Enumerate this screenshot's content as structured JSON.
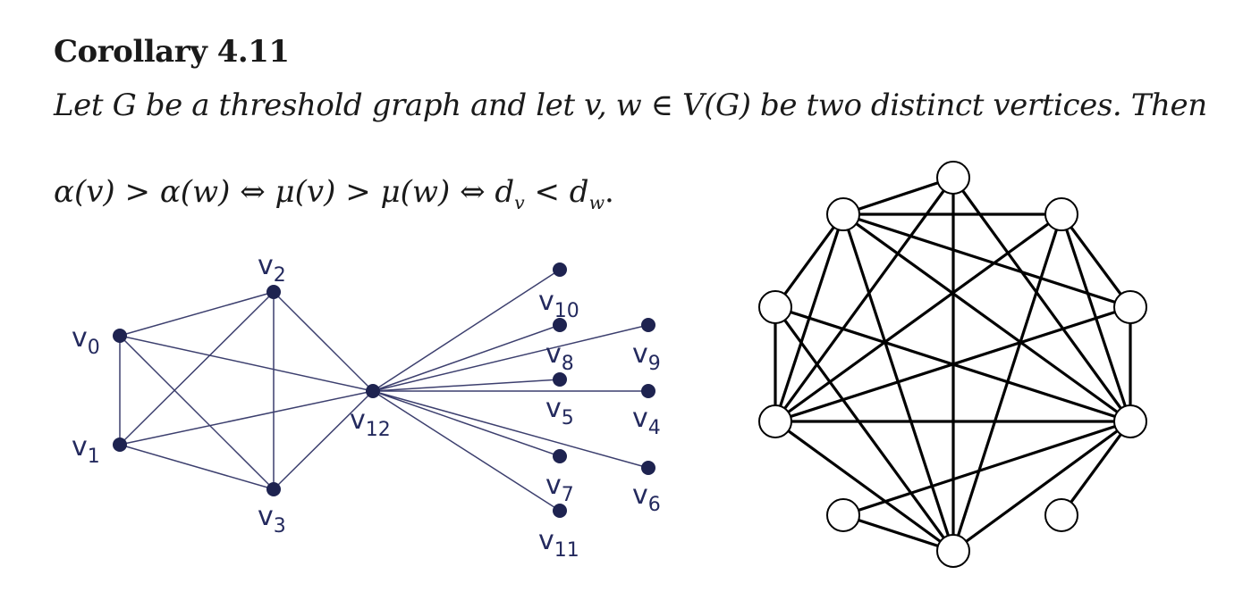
{
  "corollary": {
    "heading": "Corollary 4.11",
    "statement": "Let G be a threshold graph and let v, w ∈ V(G) be two distinct vertices. Then",
    "formula": {
      "alpha_v": "α(v)",
      "gt1": ">",
      "alpha_w": "α(w)",
      "iff1": "⇔",
      "mu_v": "μ(v)",
      "gt2": ">",
      "mu_w": "μ(w)",
      "iff2": "⇔",
      "d_base": "d",
      "sub_v": "v",
      "lt": "<",
      "sub_w": "w",
      "end": "."
    }
  },
  "figure_left": {
    "vertex_labels": [
      {
        "id": "v0",
        "base": "v",
        "sub": "0"
      },
      {
        "id": "v1",
        "base": "v",
        "sub": "1"
      },
      {
        "id": "v2",
        "base": "v",
        "sub": "2"
      },
      {
        "id": "v3",
        "base": "v",
        "sub": "3"
      },
      {
        "id": "v4",
        "base": "v",
        "sub": "4"
      },
      {
        "id": "v5",
        "base": "v",
        "sub": "5"
      },
      {
        "id": "v6",
        "base": "v",
        "sub": "6"
      },
      {
        "id": "v7",
        "base": "v",
        "sub": "7"
      },
      {
        "id": "v8",
        "base": "v",
        "sub": "8"
      },
      {
        "id": "v9",
        "base": "v",
        "sub": "9"
      },
      {
        "id": "v10",
        "base": "v",
        "sub": "10"
      },
      {
        "id": "v11",
        "base": "v",
        "sub": "11"
      },
      {
        "id": "v12",
        "base": "v",
        "sub": "12"
      }
    ],
    "edges": [
      [
        "v0",
        "v1"
      ],
      [
        "v0",
        "v2"
      ],
      [
        "v0",
        "v3"
      ],
      [
        "v0",
        "v12"
      ],
      [
        "v1",
        "v2"
      ],
      [
        "v1",
        "v3"
      ],
      [
        "v1",
        "v12"
      ],
      [
        "v2",
        "v3"
      ],
      [
        "v2",
        "v12"
      ],
      [
        "v3",
        "v12"
      ],
      [
        "v12",
        "v10"
      ],
      [
        "v12",
        "v8"
      ],
      [
        "v12",
        "v9"
      ],
      [
        "v12",
        "v5"
      ],
      [
        "v12",
        "v4"
      ],
      [
        "v12",
        "v7"
      ],
      [
        "v12",
        "v6"
      ],
      [
        "v12",
        "v11"
      ]
    ],
    "colors": {
      "vertex": "#1e2350",
      "edge": "#3c3f6e",
      "label": "#242a5e"
    }
  },
  "figure_right": {
    "vertices": [
      "top",
      "ul",
      "ur",
      "l",
      "r",
      "ml",
      "mr",
      "ll",
      "lr",
      "bottom"
    ],
    "edges": [
      [
        "ul",
        "top"
      ],
      [
        "ul",
        "ur"
      ],
      [
        "ul",
        "r"
      ],
      [
        "ul",
        "mr"
      ],
      [
        "ul",
        "bottom"
      ],
      [
        "ul",
        "l"
      ],
      [
        "ul",
        "ml"
      ],
      [
        "top",
        "ml"
      ],
      [
        "top",
        "bottom"
      ],
      [
        "top",
        "mr"
      ],
      [
        "ur",
        "r"
      ],
      [
        "ur",
        "ml"
      ],
      [
        "ur",
        "bottom"
      ],
      [
        "ur",
        "mr"
      ],
      [
        "l",
        "ml"
      ],
      [
        "l",
        "mr"
      ],
      [
        "l",
        "bottom"
      ],
      [
        "r",
        "ml"
      ],
      [
        "r",
        "mr"
      ],
      [
        "ml",
        "mr"
      ],
      [
        "ml",
        "bottom"
      ],
      [
        "mr",
        "ll"
      ],
      [
        "mr",
        "bottom"
      ],
      [
        "mr",
        "lr"
      ],
      [
        "ll",
        "bottom"
      ]
    ],
    "colors": {
      "stroke": "#000000",
      "fill": "#ffffff"
    }
  }
}
